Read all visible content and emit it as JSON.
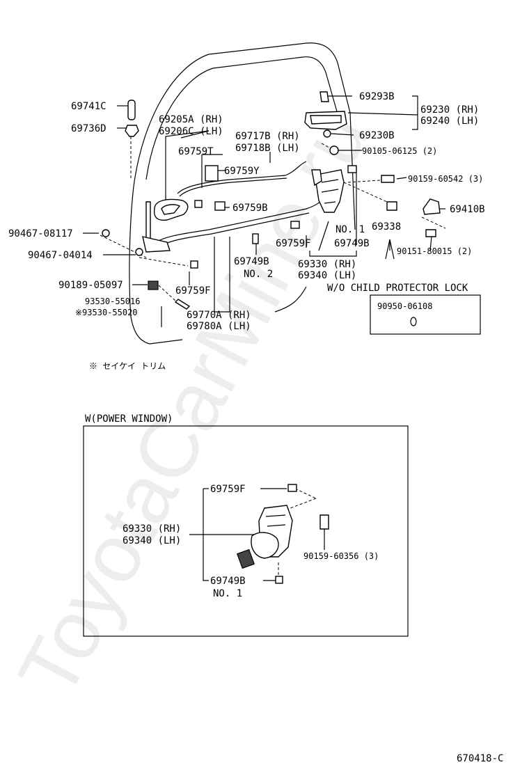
{
  "watermark": "ToyotaCarMine.ru",
  "labels": {
    "p69741c": "69741C",
    "p69736d": "69736D",
    "p69205a": "69205A (RH)",
    "p69206c": "69206C (LH)",
    "p69717b": "69717B (RH)",
    "p69718b": "69718B (LH)",
    "p69759t": "69759T",
    "p69759y": "69759Y",
    "p69759b": "69759B",
    "p90467_08117": "90467-08117",
    "p90467_04014": "90467-04014",
    "p90189": "90189-05097",
    "p69759f_left": "69759F",
    "p93530": "93530-55016",
    "p93530x": "※93530-55020",
    "p69770a": "69770A (RH)",
    "p69780a": "69780A (LH)",
    "p69749b_no2": "69749B",
    "no2": "NO. 2",
    "p69293b": "69293B",
    "p69230": "69230 (RH)",
    "p69240": "69240 (LH)",
    "p69230b": "69230B",
    "p90105": "90105-06125 (2)",
    "p90159_60542": "90159-60542 (3)",
    "p69410b": "69410B",
    "no1_top": "NO. 1",
    "p69338": "69338",
    "p69759f_mid": "69759F",
    "p69749b_mid": "69749B",
    "p90151": "90151-80015 (2)",
    "p69330": "69330 (RH)",
    "p69340": "69340 (LH)",
    "wo_child": "W/O CHILD PROTECTOR LOCK",
    "p90950": "90950-06108",
    "note": "※ セイケイ トリム",
    "w_power": "W(POWER WINDOW)",
    "pw_69759f": "69759F",
    "pw_69330": "69330 (RH)",
    "pw_69340": "69340 (LH)",
    "pw_90159": "90159-60356 (3)",
    "pw_69749b": "69749B",
    "pw_no1": "NO. 1",
    "code": "670418-C"
  }
}
